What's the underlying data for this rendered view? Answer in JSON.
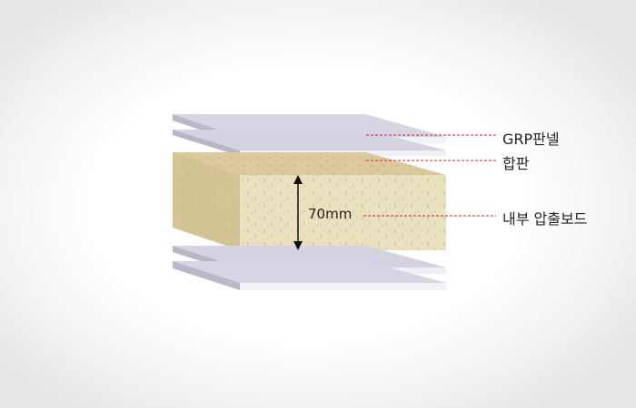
{
  "labels": {
    "grp_panel": "GRP판넬",
    "plywood": "합판",
    "core_board": "내부 압출보드"
  },
  "dimension": {
    "thickness": "70mm"
  },
  "colors": {
    "sheet_top": "#d6d5e3",
    "sheet_front": "#c9c8d8",
    "foam_top": "#dcc99d",
    "foam_side": "#d4c394",
    "foam_front": "#e9e1bf",
    "leader_line": "#cc2222"
  }
}
